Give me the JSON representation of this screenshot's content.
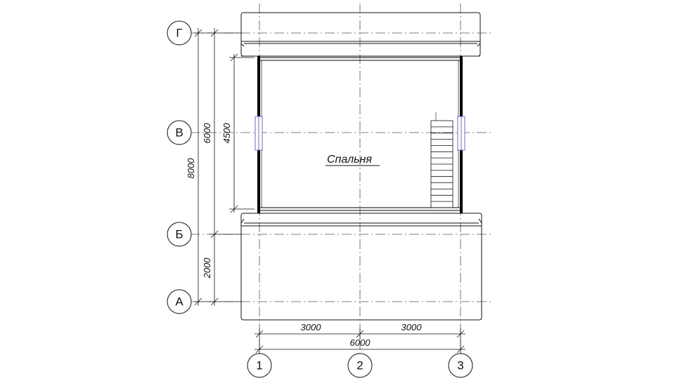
{
  "room": {
    "name": "Спальня"
  },
  "axes": {
    "letters": [
      "Г",
      "В",
      "Б",
      "А"
    ],
    "numbers": [
      "1",
      "2",
      "3"
    ]
  },
  "dimensions": {
    "total_vertical": "8000",
    "upper_vertical": "6000",
    "inner_vertical": "4500",
    "lower_vertical": "2000",
    "left_horizontal": "3000",
    "right_horizontal": "3000",
    "total_horizontal": "6000"
  },
  "colors": {
    "line": "#111111",
    "axis_line": "#555555",
    "wall": "#000000",
    "window": "#6a6ac8"
  }
}
